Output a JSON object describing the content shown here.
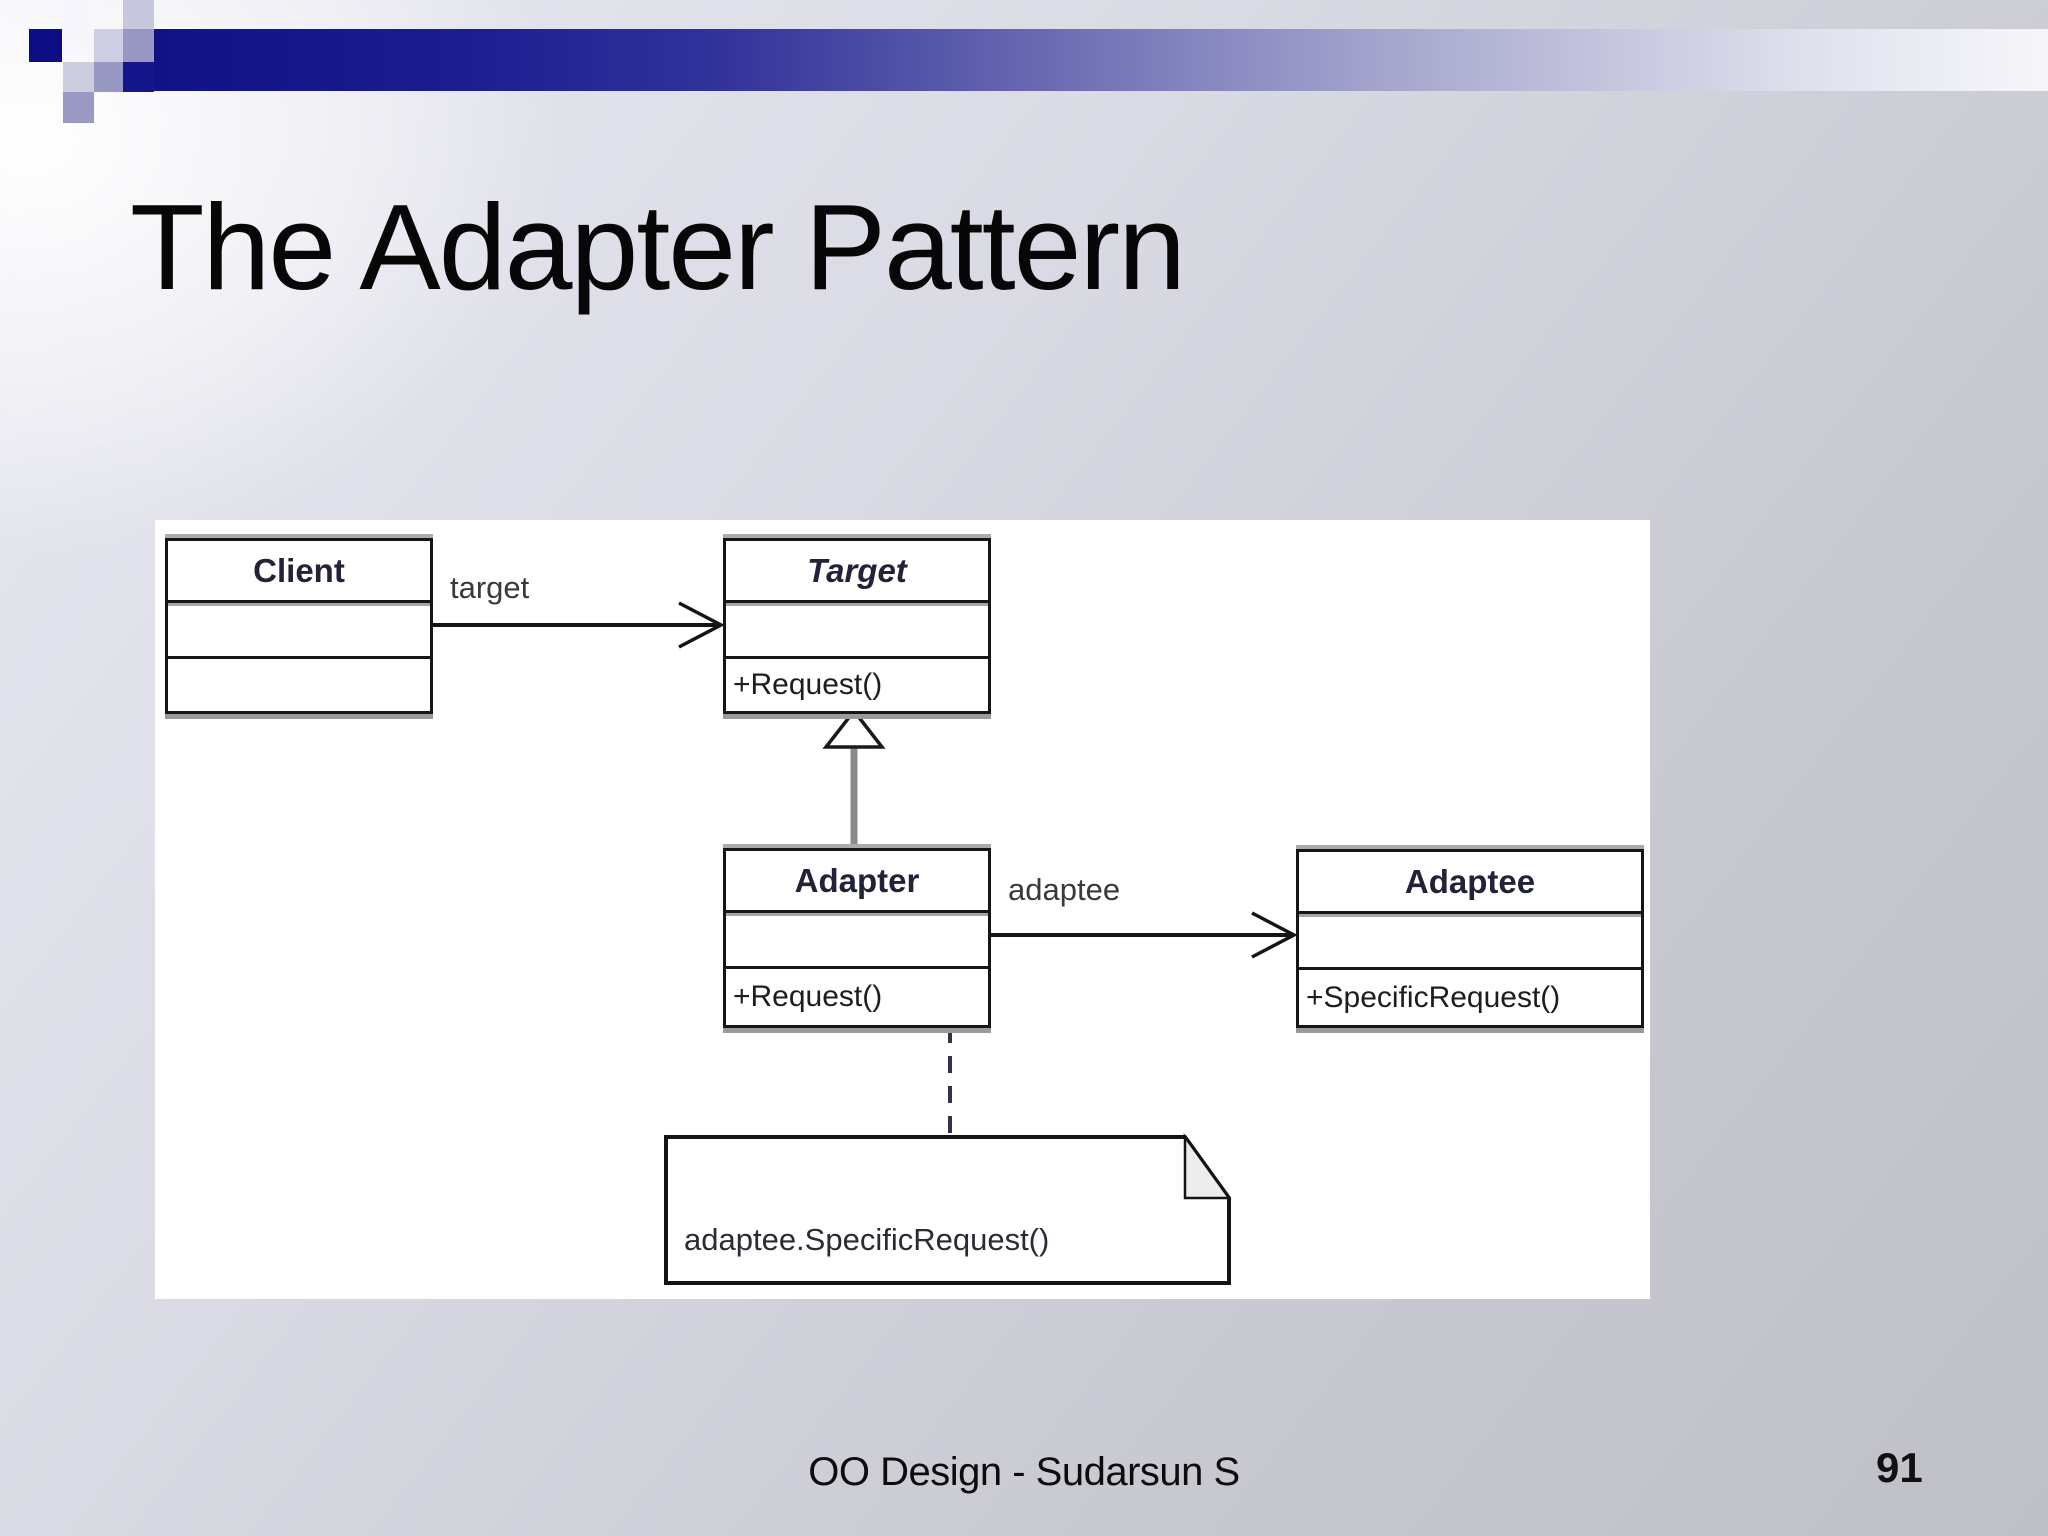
{
  "slide": {
    "title": "The Adapter Pattern",
    "footer": "OO Design - Sudarsun S",
    "page_number": "91"
  },
  "diagram": {
    "classes": [
      {
        "name": "Client",
        "attributes": "",
        "methods": ""
      },
      {
        "name": "Target",
        "attributes": "",
        "methods": "+Request()",
        "abstract": true
      },
      {
        "name": "Adapter",
        "attributes": "",
        "methods": "+Request()"
      },
      {
        "name": "Adaptee",
        "attributes": "",
        "methods": "+SpecificRequest()"
      }
    ],
    "labels": {
      "client_target": "target",
      "adapter_adaptee": "adaptee"
    },
    "note_text": "adaptee.SpecificRequest()"
  },
  "colors": {
    "accent_navy": "#12128a",
    "accent_lavender_light": "#c9c9df",
    "accent_lavender_medium": "#9a9ac4",
    "panel_background": "#ffffff",
    "slide_background_top": "#e9e9f2",
    "slide_background_bottom": "#bfbfc8",
    "line_black": "#141414",
    "line_gray": "#8a8a8a"
  }
}
